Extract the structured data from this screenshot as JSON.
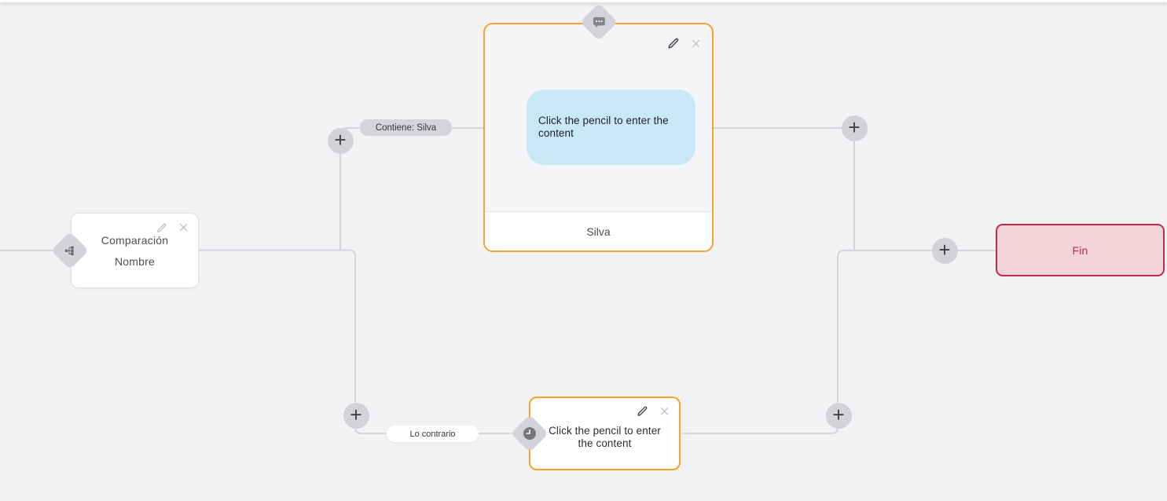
{
  "ui": {
    "plus": "+",
    "close": "×"
  },
  "colors": {
    "canvas_background": "#f1f2f4",
    "wire_gray": "#d5d6da",
    "accent_orange": "#f6a230",
    "bubble_blue": "#c9e8f7",
    "end_border": "#c2294b",
    "end_background": "#f2d3d9"
  },
  "condition_node": {
    "title": "Comparación",
    "subtitle": "Nombre",
    "icon": "branch-icon"
  },
  "message_node": {
    "bubble_text": "Click the pencil to enter the content",
    "footer_label": "Silva",
    "icon": "chat-bubble-icon"
  },
  "delay_node": {
    "placeholder_text": "Click the pencil to enter the content",
    "icon": "clock-icon"
  },
  "end_node": {
    "label": "Fin"
  },
  "edge_labels": {
    "condition_true": "Contiene: Silva",
    "condition_false": "Lo contrario"
  }
}
